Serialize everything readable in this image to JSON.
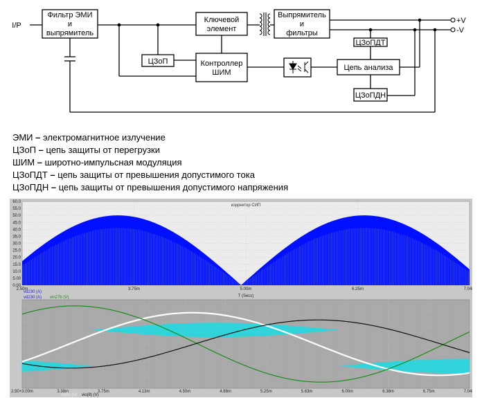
{
  "diagram": {
    "input_label": "I/P",
    "blocks": {
      "emi_filter": [
        "Фильтр ЭМИ",
        "и",
        "выпрямитель"
      ],
      "switch": [
        "Ключевой",
        "элемент"
      ],
      "rectifier": [
        "Выпрямитель",
        "и",
        "фильтры"
      ],
      "czop": [
        "ЦЗоП"
      ],
      "pwm": [
        "Контроллер",
        "ШИМ"
      ],
      "analysis": [
        "Цепь анализа"
      ],
      "czopdt": [
        "ЦЗоПДТ"
      ],
      "czopdn": [
        "ЦЗоПДН"
      ]
    },
    "outputs": {
      "plus": "+V",
      "minus": "-V"
    }
  },
  "legend": [
    {
      "abbr": "ЭМИ",
      "text": "электромагнитное излучение"
    },
    {
      "abbr": "ЦЗоП",
      "text": "цепь защиты от перегрузки"
    },
    {
      "abbr": "ШИМ",
      "text": "широтно-импульсная модуляция"
    },
    {
      "abbr": "ЦЗоПДТ",
      "text": "цепь защиты от превышения допустимого тока"
    },
    {
      "abbr": "ЦЗоПДН",
      "text": "цепь защиты от превышения допустимого напряжения"
    }
  ],
  "chart_data": [
    {
      "type": "area",
      "title": "корректор СИП",
      "xlabel": "T (Secs)",
      "x_ticks": [
        "2.50m",
        "3.75m",
        "5.00m",
        "6.25m",
        "7.04m"
      ],
      "y_ticks": [
        "0.00",
        "5.00",
        "10.0",
        "15.0",
        "20.0",
        "25.0",
        "30.0",
        "35.0",
        "40.0",
        "45.0",
        "50.0",
        "55.0",
        "60.0"
      ],
      "xlim": [
        2.5,
        7.04
      ],
      "ylim": [
        0,
        60
      ],
      "legend_label": "vd230 (A)",
      "period_ms": 2.5,
      "peak": 50,
      "colors": {
        "fill": "#0010ff",
        "background": "#ececec"
      }
    },
    {
      "type": "line",
      "x_ticks": [
        "2.50+3.00m",
        "3.38m",
        "3.75m",
        "4.13m",
        "4.50m",
        "4.88m",
        "5.25m",
        "5.63m",
        "6.00m",
        "6.38m",
        "6.75m",
        "7.04m"
      ],
      "xlim": [
        2.5,
        7.04
      ],
      "top_labels": [
        "vd230 (A)",
        "vin27b (V)"
      ],
      "bottom_labels": [
        "",
        "vo(5) (V)",
        "vio(8) (V)"
      ],
      "series": [
        {
          "name": "vin27b (V)",
          "color": "#1a8a1a"
        },
        {
          "name": "vio(8) (V)",
          "color": "#111111"
        },
        {
          "color": "#ffffff"
        },
        {
          "color": "#00e5ee"
        }
      ],
      "colors": {
        "background": "#a9a9a9"
      }
    }
  ]
}
